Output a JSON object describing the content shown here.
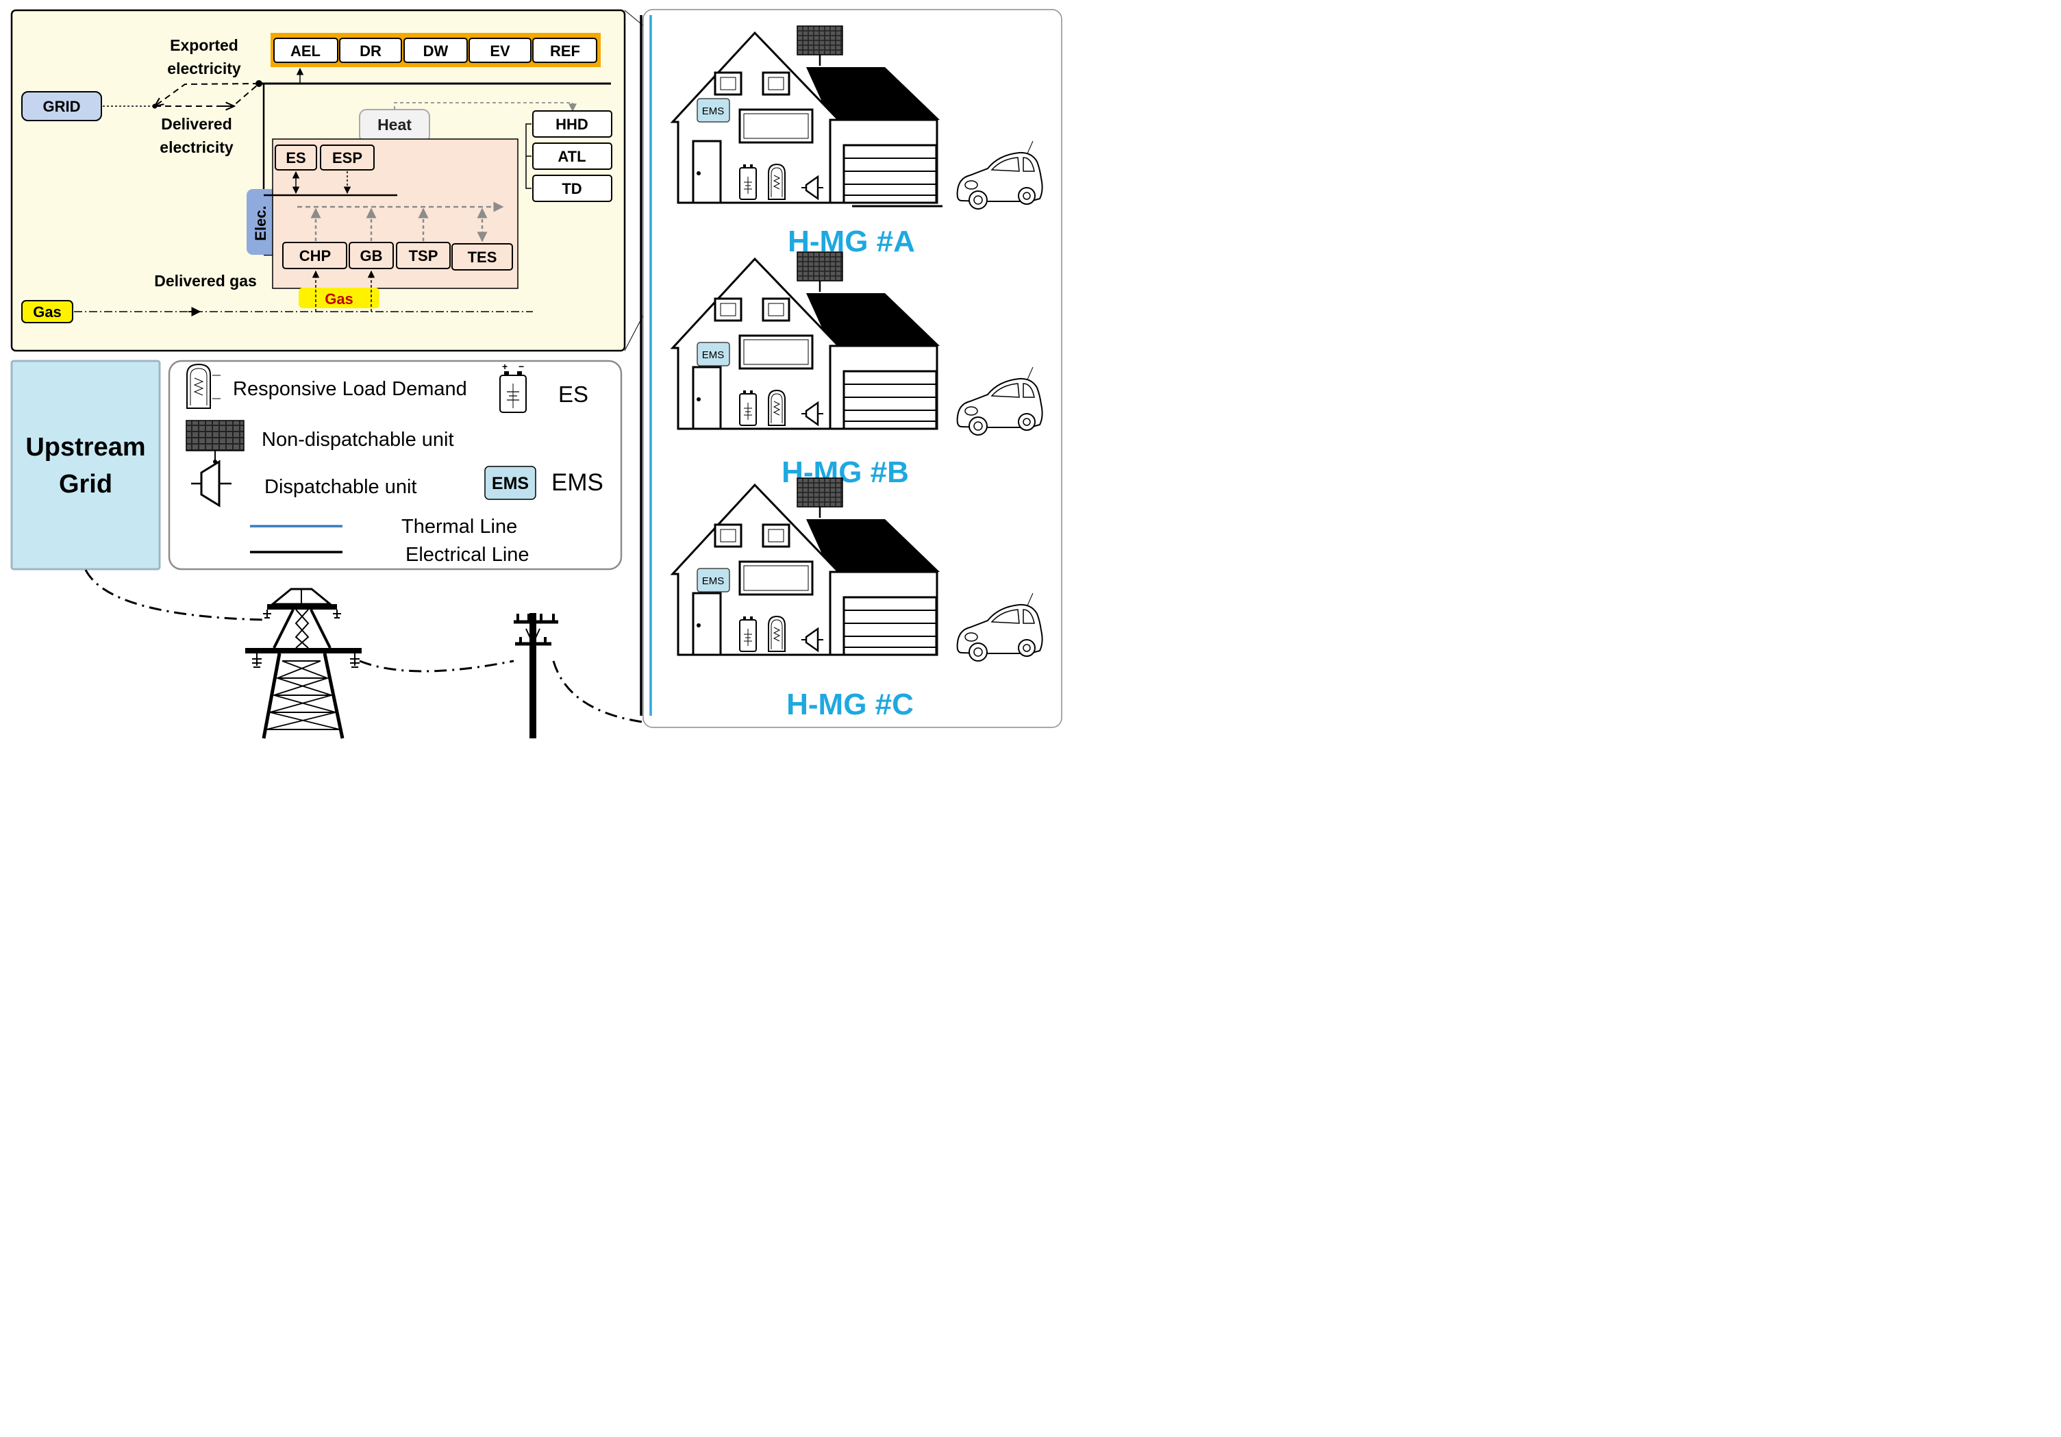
{
  "energy_hub": {
    "grid_label": "GRID",
    "gas_source_label": "Gas",
    "exported_line1": "Exported",
    "exported_line2": "electricity",
    "delivered_elec_line1": "Delivered",
    "delivered_elec_line2": "electricity",
    "delivered_gas": "Delivered gas",
    "gas_bus_label": "Gas",
    "heat_label": "Heat",
    "elec_label": "Elec.",
    "loads": [
      "AEL",
      "DR",
      "DW",
      "EV",
      "REF"
    ],
    "heat_loads": [
      "HHD",
      "ATL",
      "TD"
    ],
    "storage": [
      "ES",
      "ESP"
    ],
    "converters": [
      "CHP",
      "GB",
      "TSP",
      "TES"
    ]
  },
  "upstream": {
    "line1": "Upstream",
    "line2": "Grid"
  },
  "legend": {
    "responsive_load": "Responsive Load Demand",
    "es": "ES",
    "non_dispatchable": "Non-dispatchable unit",
    "dispatchable": "Dispatchable unit",
    "ems_badge": "EMS",
    "ems": "EMS",
    "thermal_line": "Thermal Line",
    "electrical_line": "Electrical Line"
  },
  "microgrids": [
    {
      "label": "H-MG #A",
      "ems": "EMS"
    },
    {
      "label": "H-MG #B",
      "ems": "EMS"
    },
    {
      "label": "H-MG #C",
      "ems": "EMS"
    }
  ],
  "colors": {
    "hub_bg": "#fdfbe4",
    "loads_highlight": "#f5a800",
    "grid_box": "#c5d5ef",
    "gas_box": "#fff200",
    "gas_text": "#c00000",
    "conv_bg": "#fbe5d6",
    "elec_box": "#8faadc",
    "upstream_bg": "#c7e8f3",
    "ems_bg": "#bfe2ee",
    "mg_label": "#1fa8e0",
    "thermal_line": "#2e75b6"
  }
}
